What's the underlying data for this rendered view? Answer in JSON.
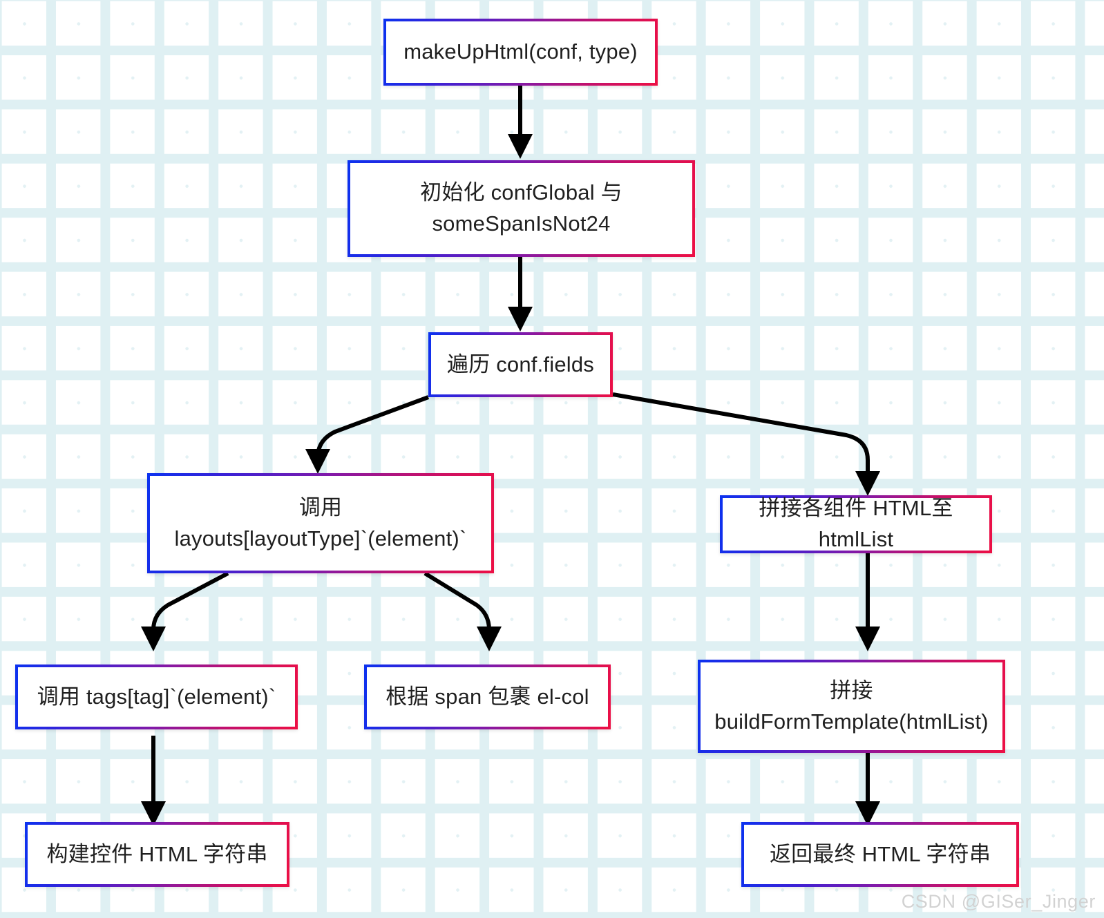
{
  "diagram": {
    "type": "flowchart",
    "direction": "top-down",
    "background": {
      "style": "dotted-plus-grid",
      "dot_color": "#e3f1f4",
      "plus_color": "#dff0f3",
      "page_color": "#ffffff"
    },
    "node_style": {
      "border_gradient_start": "#0b32f0",
      "border_gradient_end": "#ed0f44",
      "fill": "#ffffff",
      "text_color": "#1f1f1f"
    },
    "edge_style": {
      "color": "#000000",
      "arrowhead": "filled-triangle"
    },
    "nodes": [
      {
        "id": "n1",
        "label": "makeUpHtml(conf, type)"
      },
      {
        "id": "n2",
        "label": "初始化 confGlobal 与\nsomeSpanIsNot24"
      },
      {
        "id": "n3",
        "label": "遍历 conf.fields"
      },
      {
        "id": "n4",
        "label": "调用\nlayouts[layoutType]`(element)`"
      },
      {
        "id": "n5",
        "label": "拼接各组件 HTML至htmlList"
      },
      {
        "id": "n6",
        "label": "调用 tags[tag]`(element)`"
      },
      {
        "id": "n7",
        "label": "根据 span 包裹 el-col"
      },
      {
        "id": "n8",
        "label": "拼接\nbuildFormTemplate(htmlList)"
      },
      {
        "id": "n9",
        "label": "构建控件 HTML 字符串"
      },
      {
        "id": "n10",
        "label": "返回最终 HTML 字符串"
      }
    ],
    "edges": [
      {
        "from": "n1",
        "to": "n2"
      },
      {
        "from": "n2",
        "to": "n3"
      },
      {
        "from": "n3",
        "to": "n4"
      },
      {
        "from": "n3",
        "to": "n5"
      },
      {
        "from": "n4",
        "to": "n6"
      },
      {
        "from": "n4",
        "to": "n7"
      },
      {
        "from": "n5",
        "to": "n8"
      },
      {
        "from": "n6",
        "to": "n9"
      },
      {
        "from": "n8",
        "to": "n10"
      }
    ]
  },
  "watermark": {
    "text": "CSDN @GISer_Jinger"
  }
}
